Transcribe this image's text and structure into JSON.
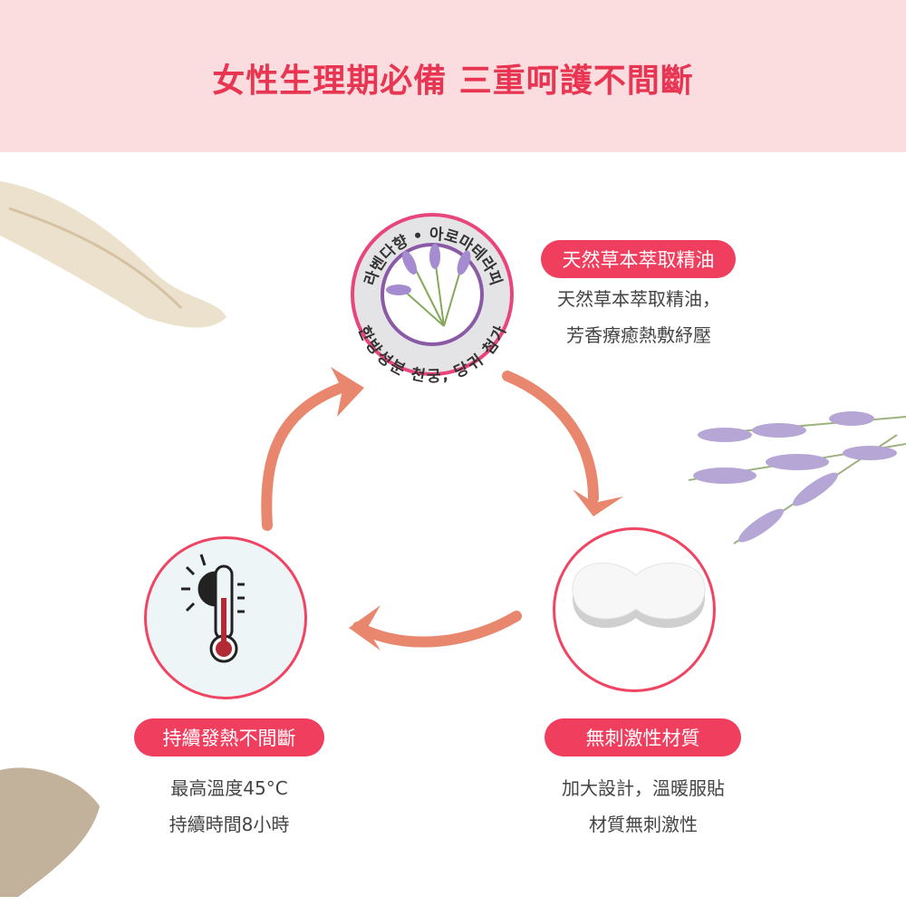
{
  "header": {
    "title": "女性生理期必備 三重呵護不間斷"
  },
  "badge": {
    "top_text": "라벤다향 • 아로마테라피",
    "bottom_text": "한방성분 천궁, 당귀 첨가"
  },
  "features": [
    {
      "label": "天然草本萃取精油",
      "lines": [
        "天然草本萃取精油，",
        "芳香療癒熱敷紓壓"
      ]
    },
    {
      "label": "持續發熱不間斷",
      "lines": [
        "最高溫度45°C",
        "持續時間8小時"
      ]
    },
    {
      "label": "無刺激性材質",
      "lines": [
        "加大設計，溫暖服貼",
        "材質無刺激性"
      ]
    }
  ],
  "colors": {
    "accent": "#f03e5e",
    "arrow": "#e8876e",
    "header_bg": "#fbdcdf"
  }
}
